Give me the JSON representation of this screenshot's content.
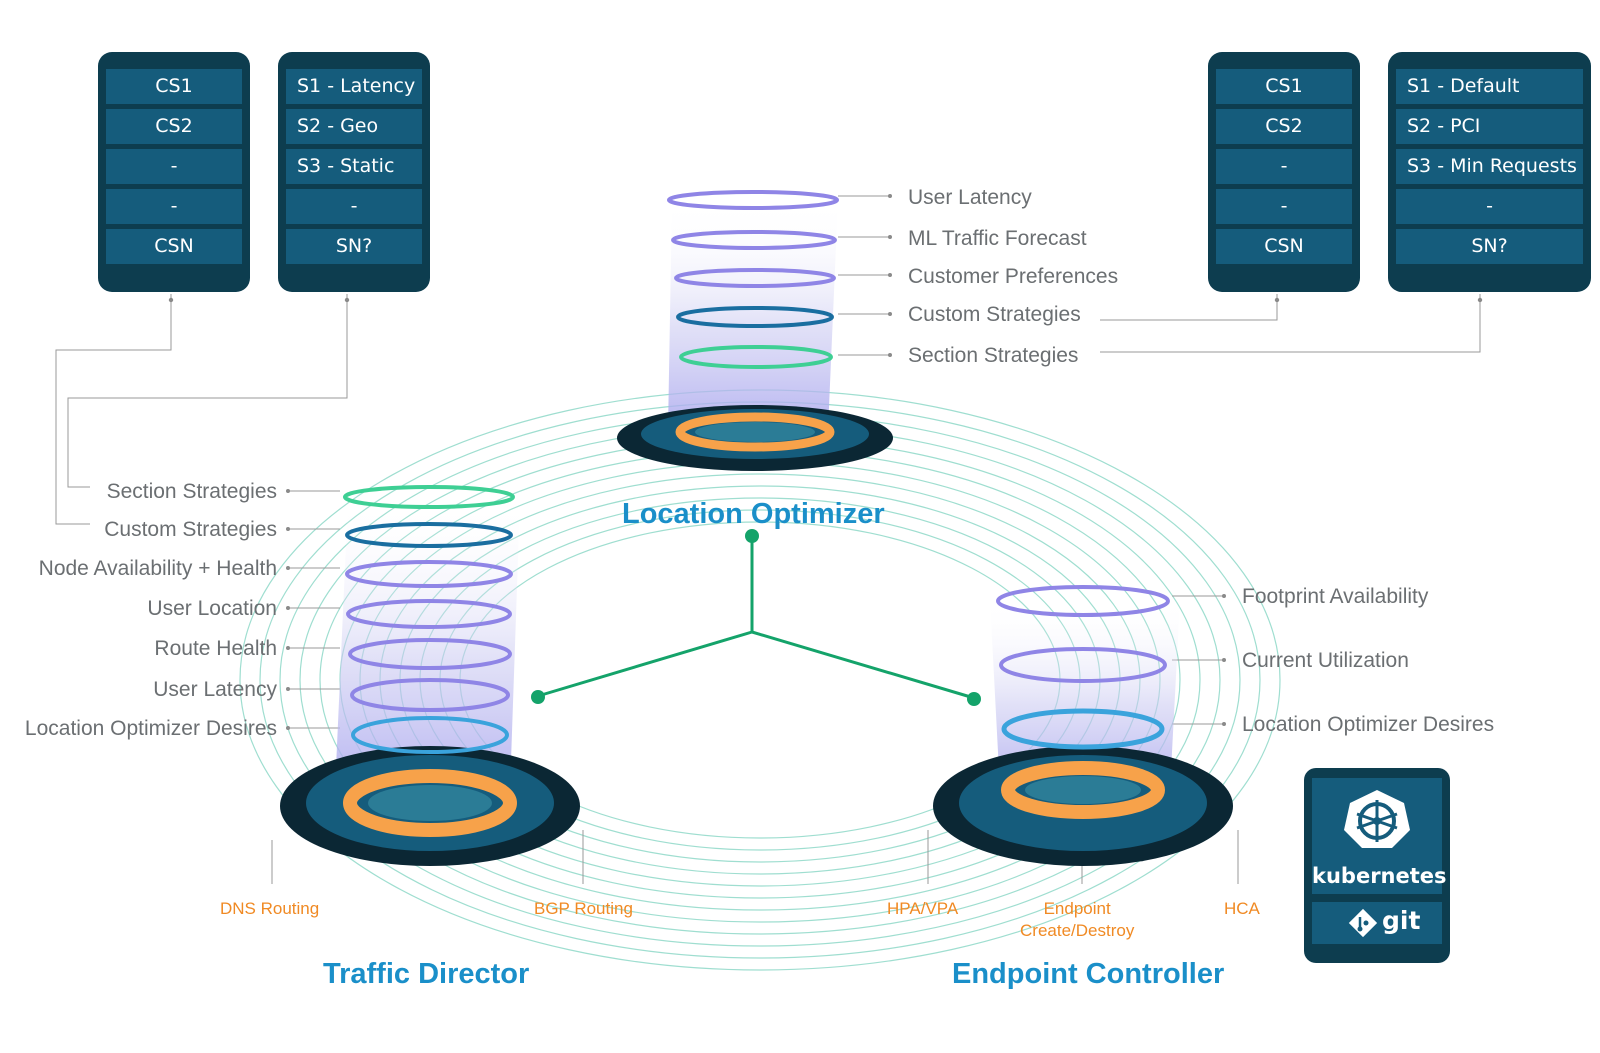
{
  "colors": {
    "card_bg": "#0d3d4f",
    "row_bg": "#155c7c",
    "title": "#1a8fc9",
    "label": "#6b6f72",
    "sublabel": "#f08a24",
    "green_ring": "#3ecf94",
    "blue_ring": "#1a6ea0",
    "purple_ring": "#8f85e6",
    "light_blue_ring": "#3aa3dc",
    "connector": "#14a36a"
  },
  "left_custom_strategies_card": {
    "rows": [
      "CS1",
      "CS2",
      "-",
      "-",
      "CSN"
    ]
  },
  "left_section_strategies_card": {
    "rows": [
      "S1 - Latency",
      "S2 - Geo",
      "S3 - Static",
      "-",
      "SN?"
    ]
  },
  "right_custom_strategies_card": {
    "rows": [
      "CS1",
      "CS2",
      "-",
      "-",
      "CSN"
    ]
  },
  "right_section_strategies_card": {
    "rows": [
      "S1 - Default",
      "S2 - PCI",
      "S3 - Min Requests",
      "-",
      "SN?"
    ]
  },
  "location_optimizer": {
    "title": "Location Optimizer",
    "layers": [
      "User Latency",
      "ML Traffic Forecast",
      "Customer Preferences",
      "Custom Strategies",
      "Section Strategies"
    ]
  },
  "traffic_director": {
    "title": "Traffic Director",
    "layers": [
      "Section Strategies",
      "Custom Strategies",
      "Node Availability + Health",
      "User Location",
      "Route Health",
      "User Latency",
      "Location Optimizer Desires"
    ],
    "outputs": [
      "DNS Routing",
      "BGP Routing"
    ]
  },
  "endpoint_controller": {
    "title": "Endpoint Controller",
    "layers": [
      "Footprint Availability",
      "Current Utilization",
      "Location Optimizer Desires"
    ],
    "outputs": [
      "HPA/VPA",
      "Endpoint\nCreate/Destroy",
      "HCA"
    ]
  },
  "platform": {
    "k8s": "kubernetes",
    "git": "git",
    "icons": [
      "kubernetes-helm-icon",
      "git-diamond-icon"
    ]
  }
}
